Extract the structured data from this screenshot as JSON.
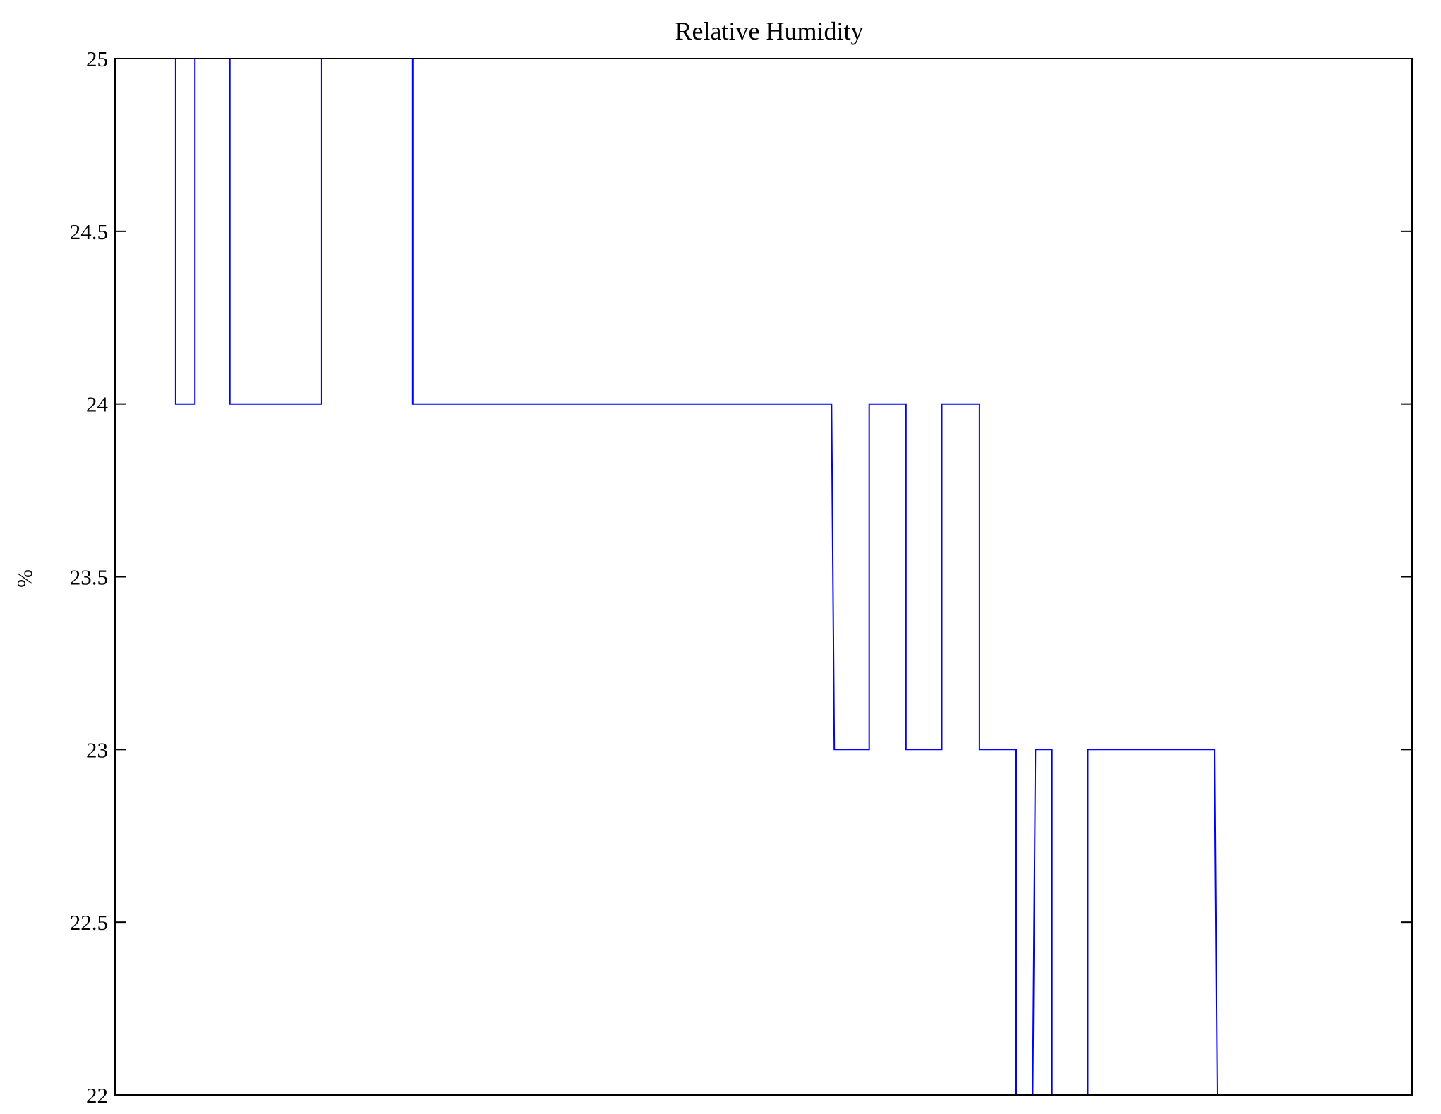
{
  "chart_data": {
    "type": "line",
    "title": "Relative Humidity",
    "xlabel": "",
    "ylabel": "%",
    "ylim": [
      22,
      25
    ],
    "xlim": [
      0,
      1412
    ],
    "grid": false,
    "legend": "none",
    "yticks": [
      22,
      22.5,
      23,
      23.5,
      24,
      24.5,
      25
    ],
    "ytick_labels": [
      "22",
      "22.5",
      "23",
      "23.5",
      "24",
      "24.5",
      "25"
    ],
    "series": [
      {
        "name": "Relative Humidity",
        "color": "#0000ff",
        "x": [
          47,
          66,
          66,
          87,
          87,
          125,
          125,
          225,
          225,
          324,
          324,
          780,
          783,
          821,
          821,
          861,
          861,
          900,
          900,
          941,
          941,
          981,
          981,
          999,
          1002,
          1020,
          1020,
          1059,
          1059,
          1197,
          1200,
          1235
        ],
        "y": [
          25,
          25,
          24,
          24,
          25,
          25,
          24,
          24,
          25,
          25,
          24,
          24,
          23,
          23,
          24,
          24,
          23,
          23,
          24,
          24,
          23,
          23,
          22,
          22,
          23,
          23,
          22,
          22,
          23,
          23,
          22,
          22
        ]
      }
    ]
  }
}
